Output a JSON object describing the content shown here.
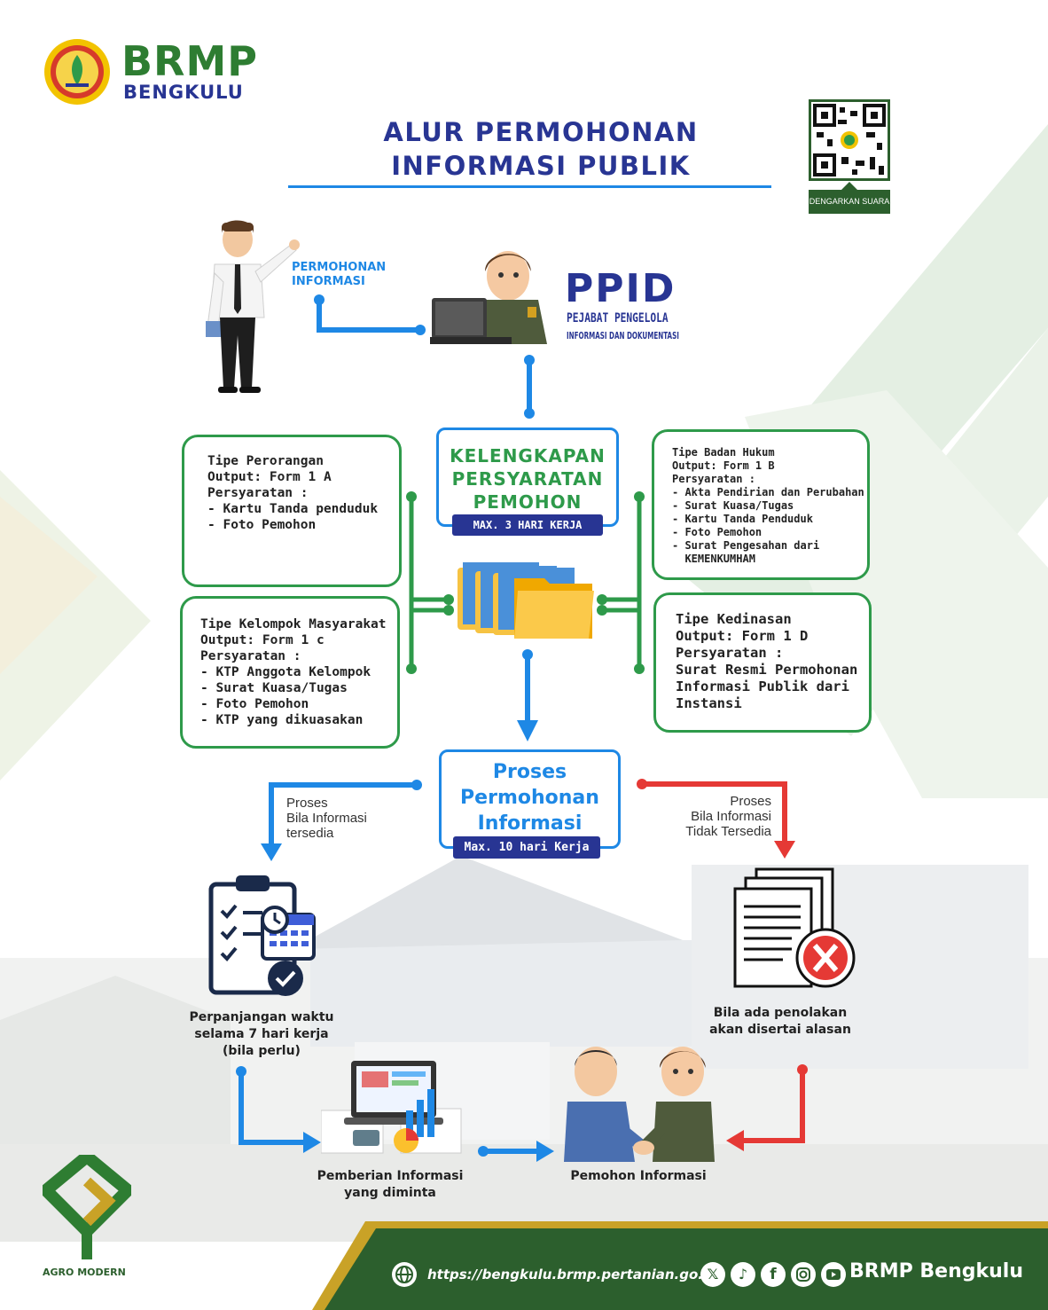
{
  "brand": {
    "name": "BRMP",
    "sub": "BENGKULU"
  },
  "title": {
    "line1": "ALUR PERMOHONAN",
    "line2": "INFORMASI PUBLIK"
  },
  "qr": {
    "label": "DENGARKAN SUARA"
  },
  "request_label": {
    "line1": "PERMOHONAN",
    "line2": "INFORMASI"
  },
  "ppid": {
    "title": "PPID",
    "sub1": "PEJABAT PENGELOLA",
    "sub2": "INFORMASI DAN DOKUMENTASI"
  },
  "kelengkapan": {
    "line1": "KELENGKAPAN",
    "line2": "PERSYARATAN",
    "line3": "PEMOHON",
    "badge": "MAX. 3 HARI KERJA"
  },
  "boxes": {
    "perorangan": [
      "Tipe Perorangan",
      "Output: Form 1 A",
      "Persyaratan :",
      "- Kartu Tanda penduduk",
      "- Foto Pemohon"
    ],
    "kelompok": [
      "Tipe Kelompok Masyarakat",
      "Output: Form 1 c",
      "Persyaratan :",
      "- KTP Anggota Kelompok",
      "- Surat Kuasa/Tugas",
      "- Foto Pemohon",
      "- KTP yang dikuasakan"
    ],
    "badan_hukum": [
      "Tipe Badan Hukum",
      "Output: Form 1 B",
      "Persyaratan :",
      "- Akta Pendirian dan Perubahan",
      "- Surat Kuasa/Tugas",
      "- Kartu Tanda Penduduk",
      "- Foto Pemohon",
      "- Surat Pengesahan dari",
      "  KEMENKUMHAM"
    ],
    "kedinasan": [
      "Tipe Kedinasan",
      "Output: Form 1 D",
      "Persyaratan :",
      "Surat Resmi Permohonan",
      "Informasi Publik dari",
      "Instansi"
    ]
  },
  "proses": {
    "line1": "Proses",
    "line2": "Permohonan",
    "line3": "Informasi",
    "badge": "Max. 10 hari Kerja"
  },
  "left_branch": {
    "line1": "Proses",
    "line2": "Bila Informasi",
    "line3": "tersedia"
  },
  "right_branch": {
    "line1": "Proses",
    "line2": "Bila Informasi",
    "line3": "Tidak Tersedia"
  },
  "perpanjangan": {
    "line1": "Perpanjangan waktu",
    "line2": "selama 7 hari kerja",
    "line3": "(bila perlu)"
  },
  "penolakan": {
    "line1": "Bila ada penolakan",
    "line2": "akan disertai alasan"
  },
  "pemberian": {
    "line1": "Pemberian Informasi",
    "line2": "yang diminta"
  },
  "pemohon": {
    "label": "Pemohon Informasi"
  },
  "agro": {
    "label": "AGRO MODERN"
  },
  "footer": {
    "url": "https://bengkulu.brmp.pertanian.go.id/",
    "handle": "BRMP Bengkulu"
  },
  "colors": {
    "green": "#2e9a4a",
    "navy": "#283593",
    "blue": "#1e88e5",
    "red": "#e53935",
    "footer_green": "#2c5f2d",
    "gold": "#c9a227"
  }
}
